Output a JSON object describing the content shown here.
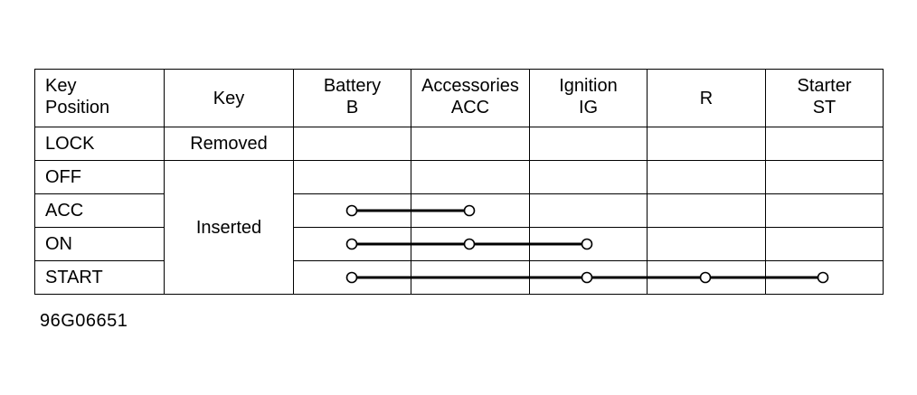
{
  "table": {
    "header": {
      "key_position": [
        "Key",
        "Position"
      ],
      "key": "Key",
      "columns": [
        {
          "id": "B",
          "lines": [
            "Battery",
            "B"
          ]
        },
        {
          "id": "ACC",
          "lines": [
            "Accessories",
            "ACC"
          ]
        },
        {
          "id": "IG",
          "lines": [
            "Ignition",
            "IG"
          ]
        },
        {
          "id": "R",
          "lines": [
            "R"
          ]
        },
        {
          "id": "ST",
          "lines": [
            "Starter",
            "ST"
          ]
        }
      ]
    },
    "rows": [
      {
        "position": "LOCK"
      },
      {
        "position": "OFF"
      },
      {
        "position": "ACC"
      },
      {
        "position": "ON"
      },
      {
        "position": "START"
      }
    ],
    "key_states": {
      "removed": "Removed",
      "inserted": "Inserted"
    }
  },
  "continuity": [
    {
      "position": "ACC",
      "terminals": [
        "B",
        "ACC"
      ]
    },
    {
      "position": "ON",
      "terminals": [
        "B",
        "ACC",
        "IG"
      ]
    },
    {
      "position": "START",
      "terminals": [
        "B",
        "IG",
        "R",
        "ST"
      ]
    }
  ],
  "figure_code": "96G06651"
}
